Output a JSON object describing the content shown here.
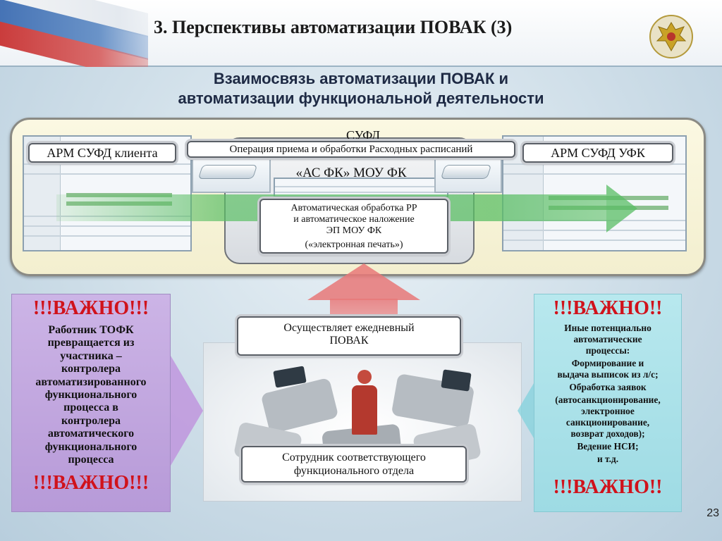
{
  "header": {
    "title": "3. Перспективы автоматизации ПОВАК (3)"
  },
  "subtitle": {
    "line1": "Взаимосвязь автоматизации ПОВАК и",
    "line2": "автоматизации функциональной деятельности"
  },
  "diagram": {
    "sufd": "СУФД",
    "arm_client": "АРМ СУФД клиента",
    "arm_ufk": "АРМ СУФД УФК",
    "operation": "Операция приема и обработки Расходных расписаний",
    "as_fk": "«АС ФК» МОУ ФК",
    "auto_processing": {
      "line1": "Автоматическая обработка РР",
      "line2": "и автоматическое наложение",
      "line3": "ЭП МОУ ФК",
      "line4": "(«электронная печать»)"
    },
    "daily": {
      "line1": "Осуществляет ежедневный",
      "line2": "ПОВАК"
    },
    "staff": {
      "line1": "Сотрудник соответствующего",
      "line2": "функционального отдела"
    }
  },
  "left_box": {
    "important_top": "!!!ВАЖНО!!!",
    "lines": [
      "Работник ТОФК",
      "превращается из",
      "участника –",
      "контролера",
      "автоматизированного",
      "функционального",
      "процесса в",
      "контролера",
      "автоматического",
      "функционального",
      "процесса"
    ],
    "important_bottom": "!!!ВАЖНО!!!"
  },
  "right_box": {
    "important_top": "!!!ВАЖНО!!",
    "lines": [
      "Иные потенциально",
      "автоматические",
      "процессы:",
      "Формирование и",
      "выдача выписок из л/с;",
      "Обработка заявок",
      "(автосанкционирование,",
      "электронное",
      "санкционирование,",
      "возврат доходов);",
      "Ведение НСИ;",
      "и т.д."
    ],
    "important_bottom": "!!!ВАЖНО!!"
  },
  "footer": {
    "page_number": "23"
  },
  "colors": {
    "important_red": "#d0121b",
    "left_box_bg": "#c4aae2",
    "right_box_bg": "#abe1e9",
    "panel_bg": "#f6f2d6",
    "green_arrow": "#5abe64",
    "red_arrow": "#e87878"
  },
  "icons": {
    "emblem": "double-headed-eagle-emblem",
    "flag": "russian-flag-decoration"
  }
}
